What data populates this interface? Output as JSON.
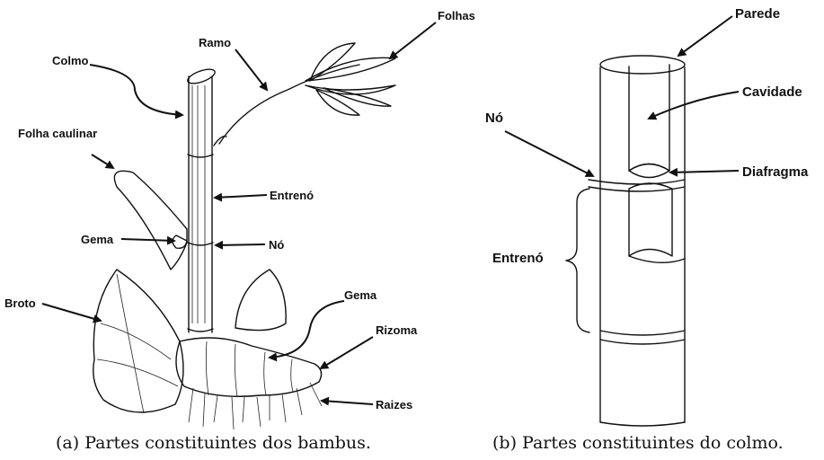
{
  "panel_a": {
    "labels": {
      "colmo": "Colmo",
      "ramo": "Ramo",
      "folhas": "Folhas",
      "folha_caulinar": "Folha caulinar",
      "entreno": "Entrenó",
      "gema_top": "Gema",
      "no": "Nó",
      "broto": "Broto",
      "gema_bottom": "Gema",
      "rizoma": "Rizoma",
      "raizes": "Raizes"
    },
    "caption": "(a) Partes constituintes dos bambus."
  },
  "panel_b": {
    "labels": {
      "parede": "Parede",
      "cavidade": "Cavidade",
      "no": "Nó",
      "diafragma": "Diafragma",
      "entreno": "Entrenó"
    },
    "caption": "(b) Partes constituintes do colmo."
  }
}
